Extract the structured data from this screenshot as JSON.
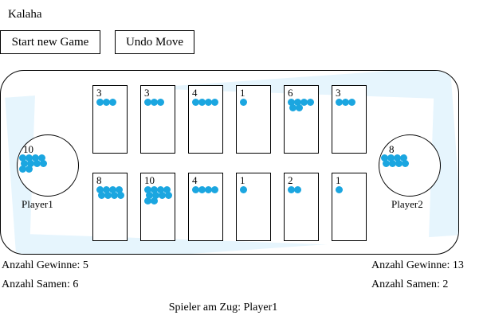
{
  "app": {
    "title": "Kalaha"
  },
  "toolbar": {
    "start_label": "Start new Game",
    "undo_label": "Undo Move"
  },
  "board": {
    "top_row": [
      3,
      3,
      4,
      1,
      6,
      3
    ],
    "bottom_row": [
      8,
      10,
      4,
      1,
      2,
      1
    ],
    "store_left": {
      "count": 10,
      "label": "Player1"
    },
    "store_right": {
      "count": 8,
      "label": "Player2"
    },
    "seed_color": "#1ba6e0",
    "board_tint": "#e6f5fd"
  },
  "player1": {
    "wins_label": "Anzahl Gewinne: 5",
    "seeds_label": "Anzahl Samen: 6"
  },
  "player2": {
    "wins_label": "Anzahl Gewinne: 13",
    "seeds_label": "Anzahl Samen: 2"
  },
  "status": {
    "turn_label": "Spieler am Zug: Player1"
  }
}
